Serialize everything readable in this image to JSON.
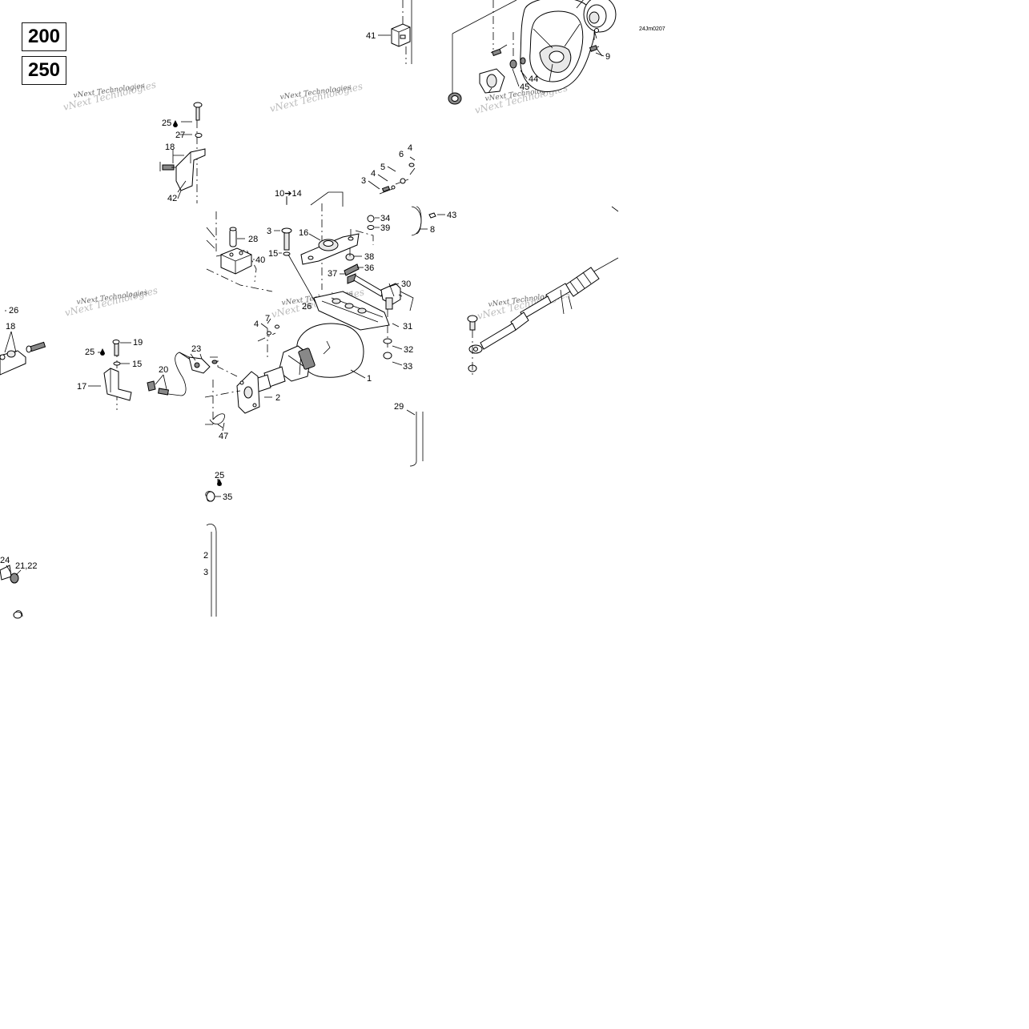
{
  "models": [
    "200",
    "250"
  ],
  "drawing_ref": "24Jm0207",
  "watermark": "vNext Technologies",
  "callouts": {
    "c41": "41",
    "c9": "9",
    "c44": "44",
    "c45": "45",
    "c25a": "25",
    "c27": "27",
    "c18a": "18",
    "c42": "42",
    "c10_14": "10➔14",
    "c3a": "3",
    "c4a": "4",
    "c5": "5",
    "c6": "6",
    "c4b": "4",
    "c43": "43",
    "c34": "34",
    "c39": "39",
    "c8": "8",
    "c28": "28",
    "c3b": "3",
    "c16": "16",
    "c15a": "15",
    "c40": "40",
    "c38": "38",
    "c36": "36",
    "c37": "37",
    "c30": "30",
    "c26": "26",
    "c18b": "18",
    "c7": "7",
    "c4c": "4",
    "c26b": "26",
    "c31": "31",
    "c32": "32",
    "c33": "33",
    "c19": "19",
    "c25b": "25",
    "c15b": "15",
    "c23": "23",
    "c20": "20",
    "c17": "17",
    "c1": "1",
    "c2": "2",
    "c29": "29",
    "c47": "47",
    "c25c": "25",
    "c35": "35",
    "c24": "24",
    "c21_22": "21,22",
    "c2b": "2",
    "c3c": "3"
  }
}
